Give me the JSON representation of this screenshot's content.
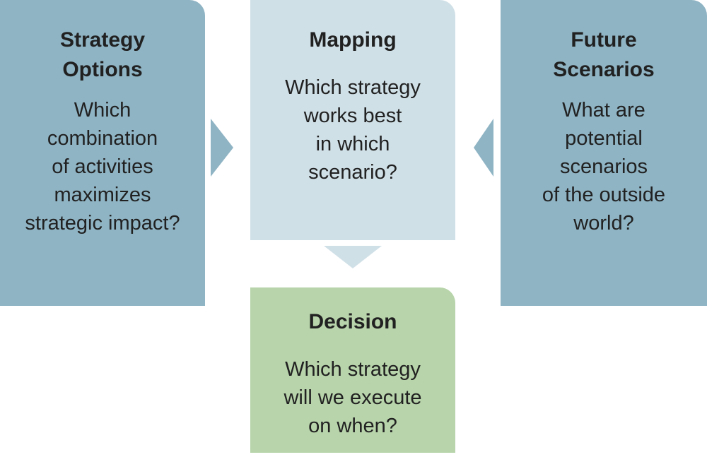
{
  "diagram": {
    "background_color": "#ffffff",
    "text_color": "#212121",
    "boxes": {
      "strategy_options": {
        "title": "Strategy\nOptions",
        "body": "Which\ncombination\nof activities\nmaximizes\nstrategic impact?",
        "color": "#8fb4c4"
      },
      "mapping": {
        "title": "Mapping",
        "body": "Which strategy\nworks best\nin which\nscenario?",
        "color": "#d0e0e7"
      },
      "future_scenarios": {
        "title": "Future\nScenarios",
        "body": "What are\npotential\nscenarios\nof the outside\nworld?",
        "color": "#8fb4c4"
      },
      "decision": {
        "title": "Decision",
        "body": "Which strategy\nwill we execute\non when?",
        "color": "#b7d4aa"
      }
    },
    "arrows": {
      "strategy_to_mapping": {
        "direction": "right",
        "color": "#8fb4c4"
      },
      "scenarios_to_mapping": {
        "direction": "left",
        "color": "#8fb4c4"
      },
      "mapping_to_decision": {
        "direction": "down",
        "color": "#d0e0e7"
      }
    }
  }
}
